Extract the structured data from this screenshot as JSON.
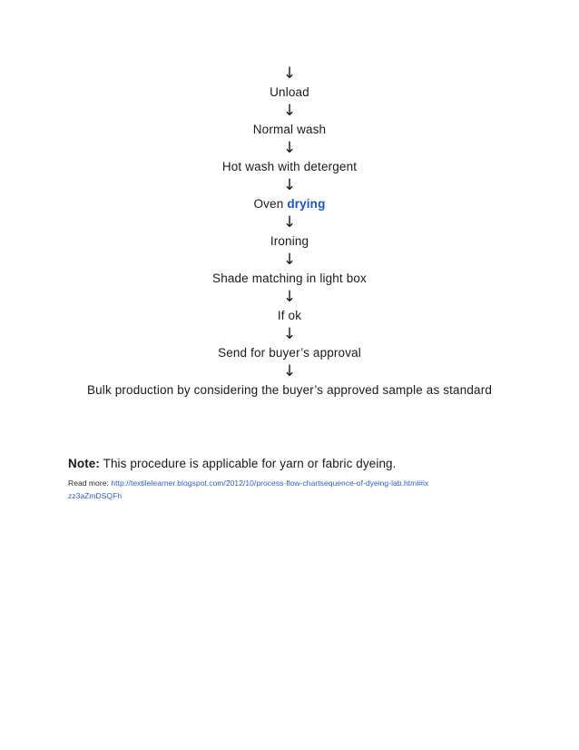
{
  "document": {
    "flow": {
      "arrow_glyph": "↓",
      "steps": [
        {
          "text": "Unload"
        },
        {
          "text": "Normal wash"
        },
        {
          "text": "Hot wash with detergent"
        },
        {
          "text": "Oven ",
          "highlight": "drying"
        },
        {
          "text": "Ironing"
        },
        {
          "text": "Shade matching in light box"
        },
        {
          "text": "If ok"
        },
        {
          "text": "Send for buyer’s approval"
        },
        {
          "text": "Bulk production by considering the buyer’s approved sample as standard"
        }
      ]
    },
    "note": {
      "label": "Note:",
      "text": " This procedure is applicable for yarn or fabric dyeing."
    },
    "read_more": {
      "label": "Read more:",
      "url_line_1": "http://textilelearner.blogspot.com/2012/10/process-flow-chartsequence-of-dyeing-",
      "url_line_2": "lab.html#ixzz3aZmDSQFh"
    },
    "colors": {
      "text": "#1a1a1a",
      "highlight": "#1c55c4",
      "link": "#2f5fc4",
      "background": "#ffffff"
    }
  }
}
